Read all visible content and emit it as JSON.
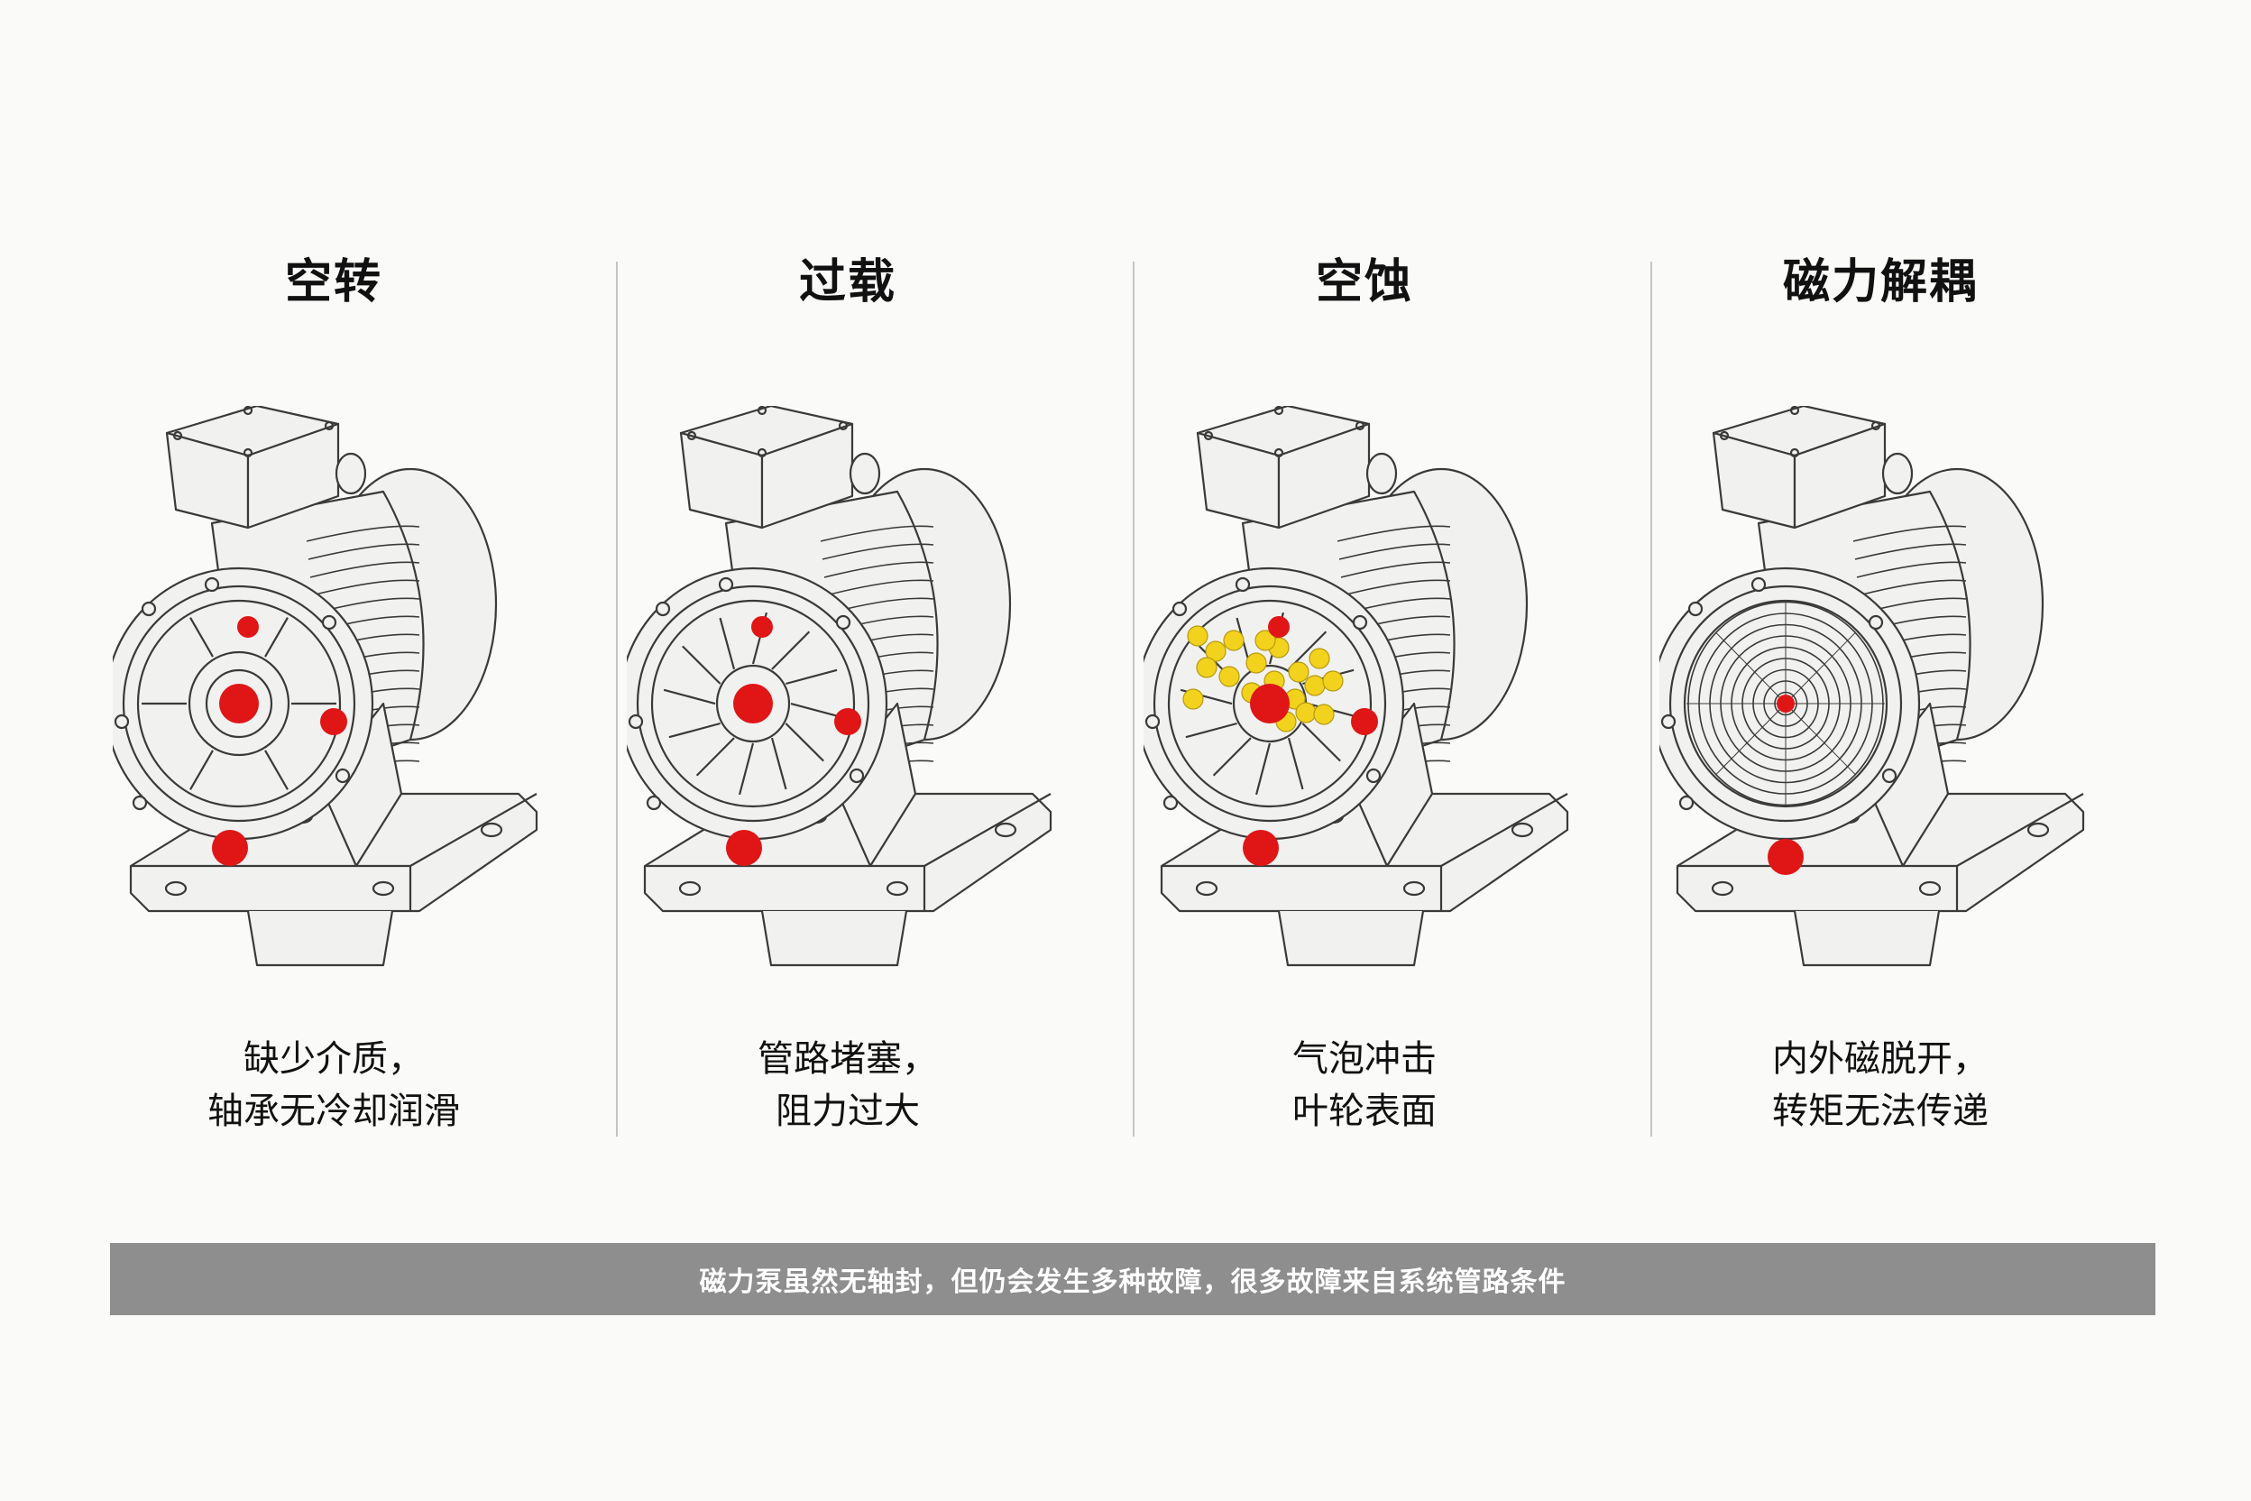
{
  "panels": [
    {
      "title": "空转",
      "caption_line1": "缺少介质，",
      "caption_line2": "轴承无冷却润滑",
      "impeller": "vanes"
    },
    {
      "title": "过载",
      "caption_line1": "管路堵塞，",
      "caption_line2": "阻力过大",
      "impeller": "spokes"
    },
    {
      "title": "空蚀",
      "caption_line1": "气泡冲击",
      "caption_line2": "叶轮表面",
      "impeller": "bubbles"
    },
    {
      "title": "磁力解耦",
      "caption_line1": "内外磁脱开，",
      "caption_line2": "转矩无法传递",
      "impeller": "rings"
    }
  ],
  "footer": {
    "text": "磁力泵虽然无轴封，但仍会发生多种故障，很多故障来自系统管路条件"
  },
  "colors": {
    "fault_marker": "#e01616",
    "bubble": "#f2d21c",
    "outline": "#3a3a3a",
    "footer_bar": "#8e8e8e"
  }
}
